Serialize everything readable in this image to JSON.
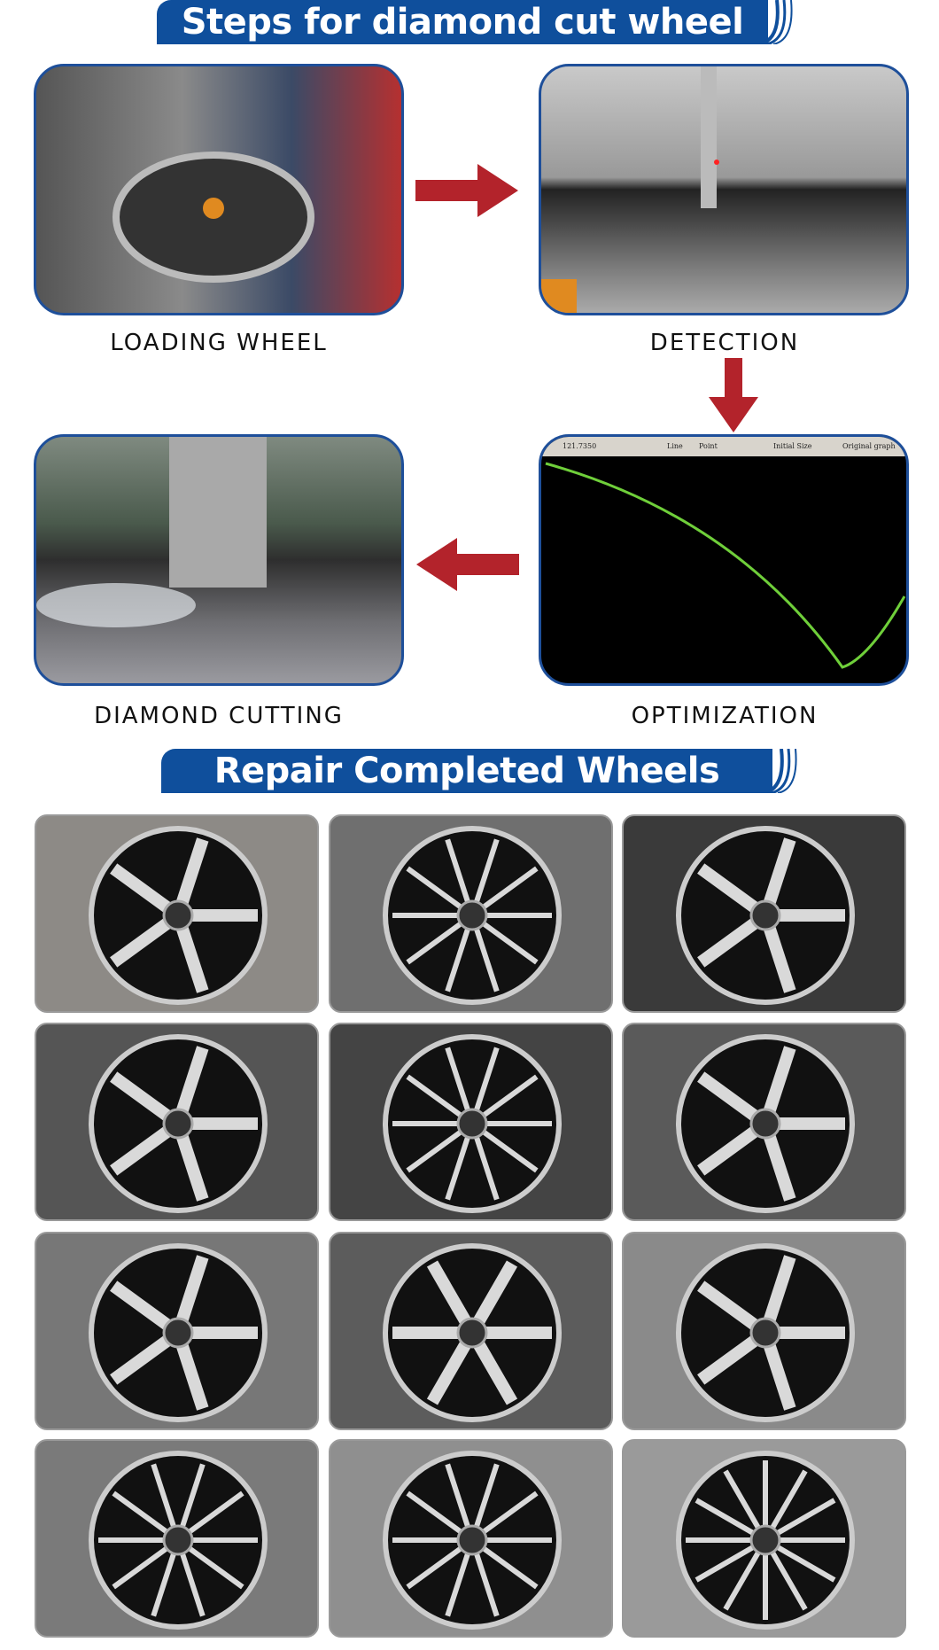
{
  "banner_steps": {
    "title": "Steps for diamond cut wheel"
  },
  "steps": [
    {
      "label": "LOADING WHEEL"
    },
    {
      "label": "DETECTION"
    },
    {
      "label": "OPTIMIZATION"
    },
    {
      "label": "DIAMOND CUTTING"
    }
  ],
  "optimization_screen": {
    "readout": "121.7350",
    "radio_line": "Line",
    "radio_point": "Point",
    "button": "Initial Size",
    "checkbox": "Original graph"
  },
  "banner_completed": {
    "title": "Repair Completed Wheels"
  },
  "colors": {
    "brand_blue": "#0f4f9c",
    "arrow_red": "#b3232b",
    "curve_green": "#6fcf3a"
  },
  "completed_wheels_count": 12
}
